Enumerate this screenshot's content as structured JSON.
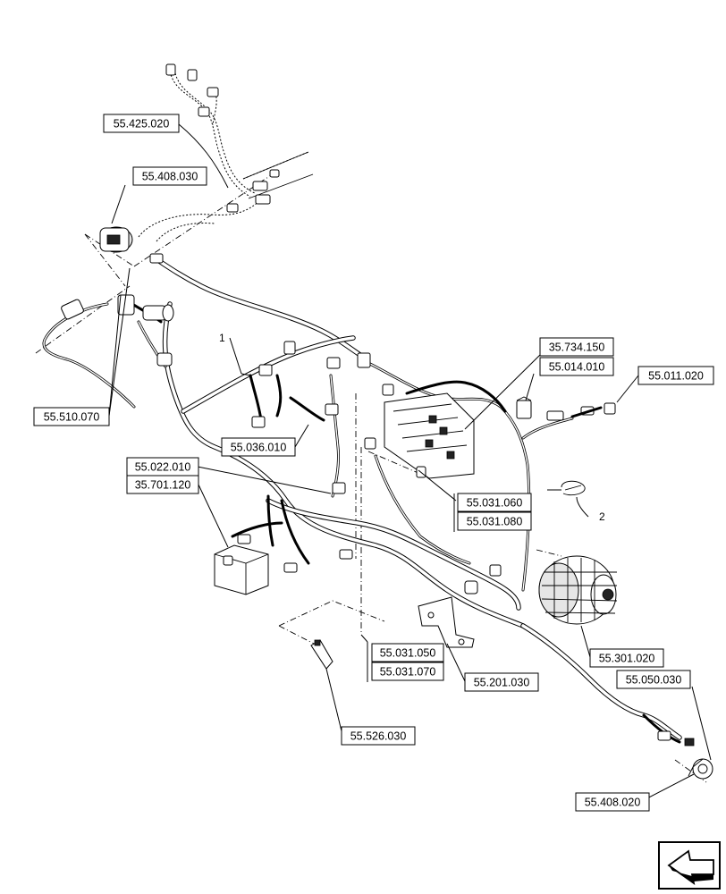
{
  "diagram": {
    "labels": {
      "l_55_425_020": "55.425.020",
      "l_55_408_030": "55.408.030",
      "l_55_510_070": "55.510.070",
      "l_55_036_010": "55.036.010",
      "l_55_022_010": "55.022.010",
      "l_35_701_120": "35.701.120",
      "l_35_734_150": "35.734.150",
      "l_55_014_010": "55.014.010",
      "l_55_011_020": "55.011.020",
      "l_55_031_060": "55.031.060",
      "l_55_031_080": "55.031.080",
      "l_55_031_050": "55.031.050",
      "l_55_031_070": "55.031.070",
      "l_55_201_030": "55.201.030",
      "l_55_301_020": "55.301.020",
      "l_55_050_030": "55.050.030",
      "l_55_526_030": "55.526.030",
      "l_55_408_020": "55.408.020"
    },
    "item_numbers": {
      "item_1": "1",
      "item_2": "2"
    }
  }
}
